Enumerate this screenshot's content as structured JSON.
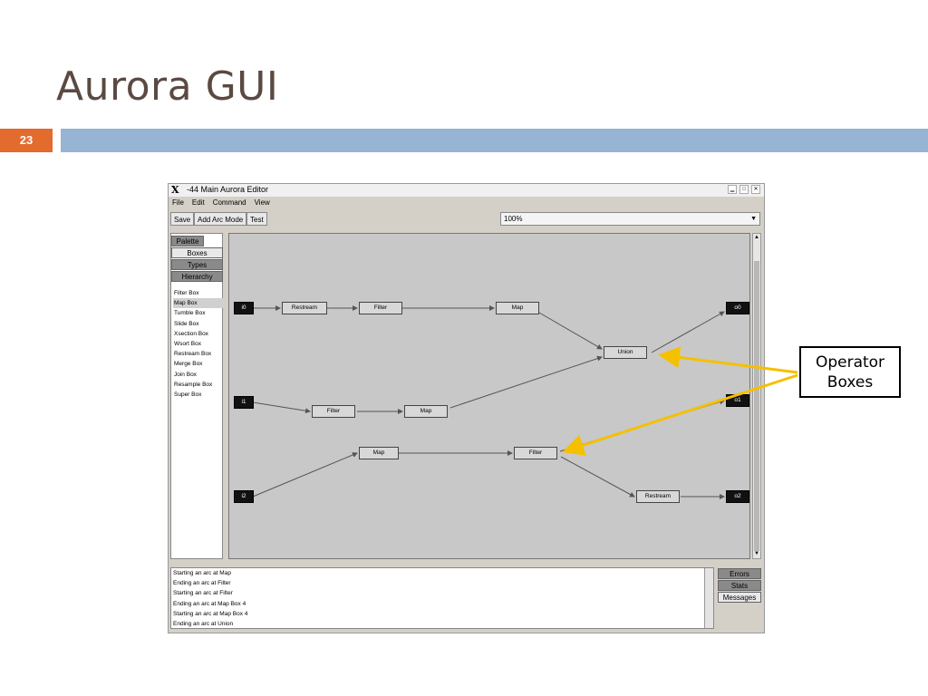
{
  "slide": {
    "title": "Aurora GUI",
    "number": "23",
    "colors": {
      "number_bg": "#e26b2d",
      "bar": "#97b4d4",
      "arrow": "#f5c000"
    }
  },
  "window": {
    "logo": "X",
    "title": "-44 Main Aurora Editor",
    "menu": [
      "File",
      "Edit",
      "Command",
      "View"
    ],
    "toolbar": {
      "save": "Save",
      "add_arc_mode": "Add Arc Mode",
      "test": "Test"
    },
    "zoom": "100%"
  },
  "palette": {
    "tabs": {
      "palette": "Palette",
      "boxes": "Boxes",
      "types": "Types",
      "hierarchy": "Hierarchy"
    },
    "items": [
      "Filter Box",
      "Map Box",
      "Tumble Box",
      "Slide Box",
      "Xsection Box",
      "Wsort Box",
      "Restream Box",
      "Merge Box",
      "Join Box",
      "Resample Box",
      "Super Box"
    ],
    "selected": "Map Box"
  },
  "graph": {
    "nodes": {
      "i0": "i0",
      "restream1": "Restream",
      "filter1": "Filter",
      "map1": "Map",
      "o0": "o0",
      "union": "Union",
      "i1": "i1",
      "filter2": "Filter",
      "map2": "Map",
      "o1": "o1",
      "map3": "Map",
      "filter3": "Filter",
      "i2": "i2",
      "restream2": "Restream",
      "o2": "o2"
    }
  },
  "log": {
    "lines": [
      "Starting an arc at Map",
      "Ending an arc at Filter",
      "Starting an arc at Filter",
      "Ending an arc at Map Box 4",
      "Starting an arc at Map Box 4",
      "Ending an arc at Union"
    ],
    "tabs": {
      "errors": "Errors",
      "stats": "Stats",
      "messages": "Messages"
    }
  },
  "callout": {
    "line1": "Operator",
    "line2": "Boxes"
  }
}
